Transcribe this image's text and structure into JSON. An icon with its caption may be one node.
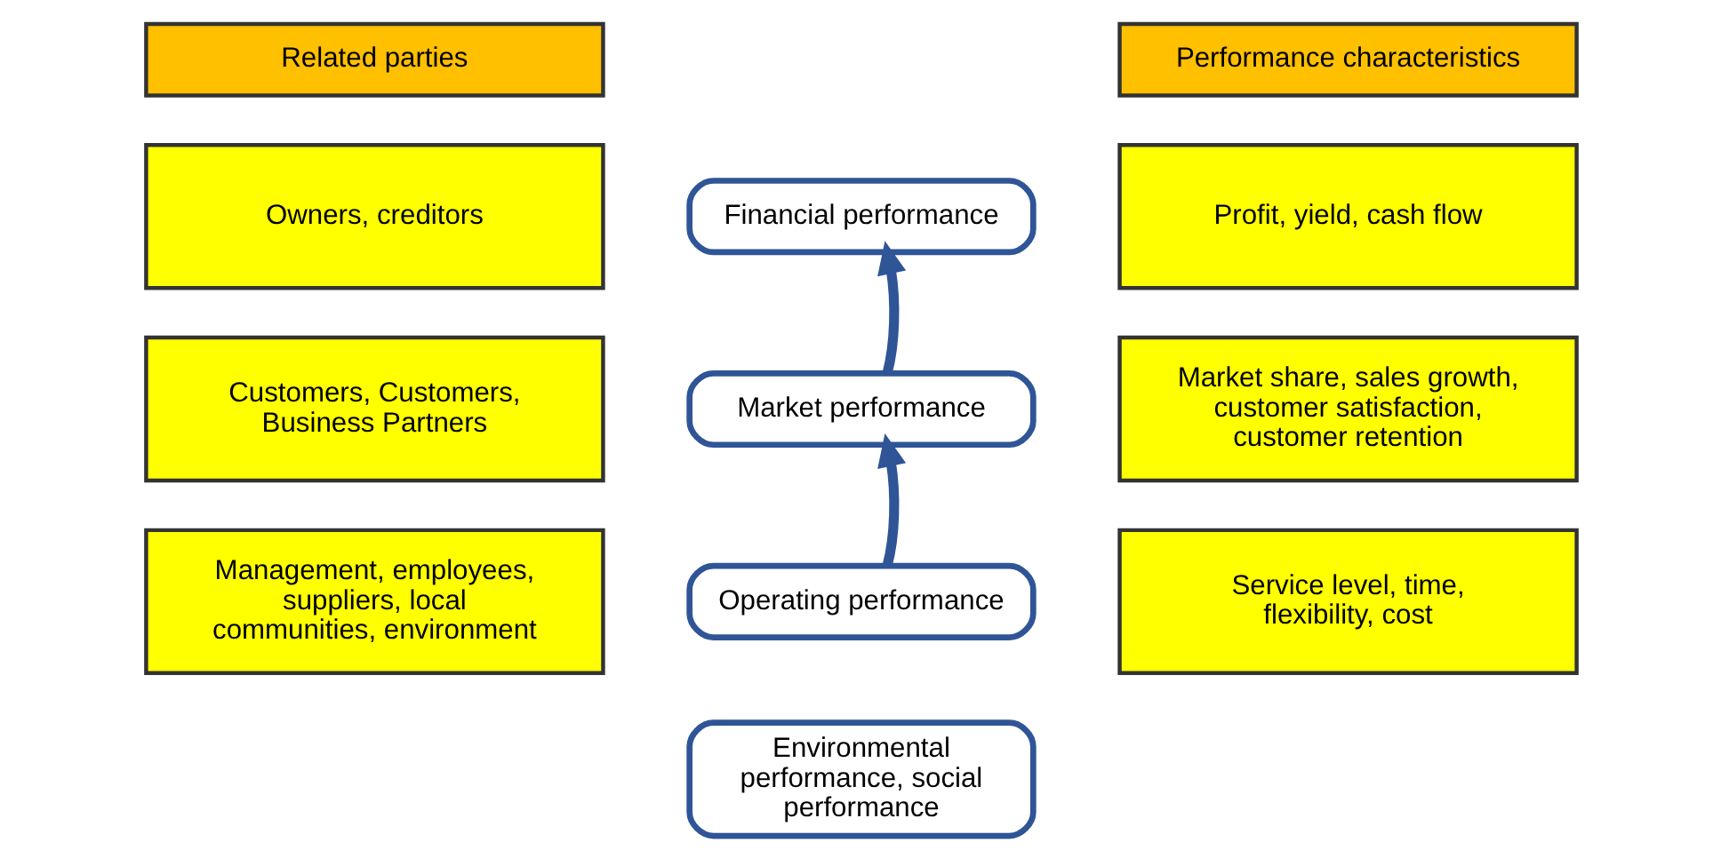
{
  "diagram": {
    "nodes": [
      {
        "text": [
          "Related parties"
        ]
      },
      {
        "text": [
          "Performance characteristics"
        ]
      },
      {
        "text": [
          "Owners, creditors"
        ]
      },
      {
        "text": [
          "Financial performance"
        ]
      },
      {
        "text": [
          "Profit, yield, cash flow"
        ]
      },
      {
        "text": [
          "Customers, Customers, Business Partners"
        ]
      },
      {
        "text": [
          "Market performance"
        ]
      },
      {
        "text": [
          "Market share, sales growth, customer satisfaction, customer retention"
        ]
      },
      {
        "text": [
          "Management, employees, suppliers, local communities, environment"
        ]
      },
      {
        "text": [
          "Operating performance"
        ]
      },
      {
        "text": [
          "Environmental performance, social performance"
        ]
      },
      {
        "text": [
          "Service level, time, flexibility, cost"
        ]
      }
    ],
    "edges": [
      {
        "from": 6,
        "to": 3,
        "arrow": "to"
      },
      {
        "from": 9,
        "to": 6,
        "arrow": "to"
      }
    ]
  }
}
